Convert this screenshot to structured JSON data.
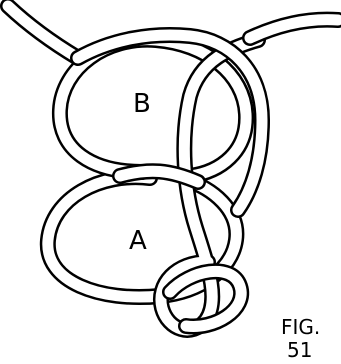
{
  "diagram": {
    "loop_upper_label": "B",
    "loop_lower_label": "A",
    "caption_line1": "FIG.",
    "caption_line2": "51"
  }
}
